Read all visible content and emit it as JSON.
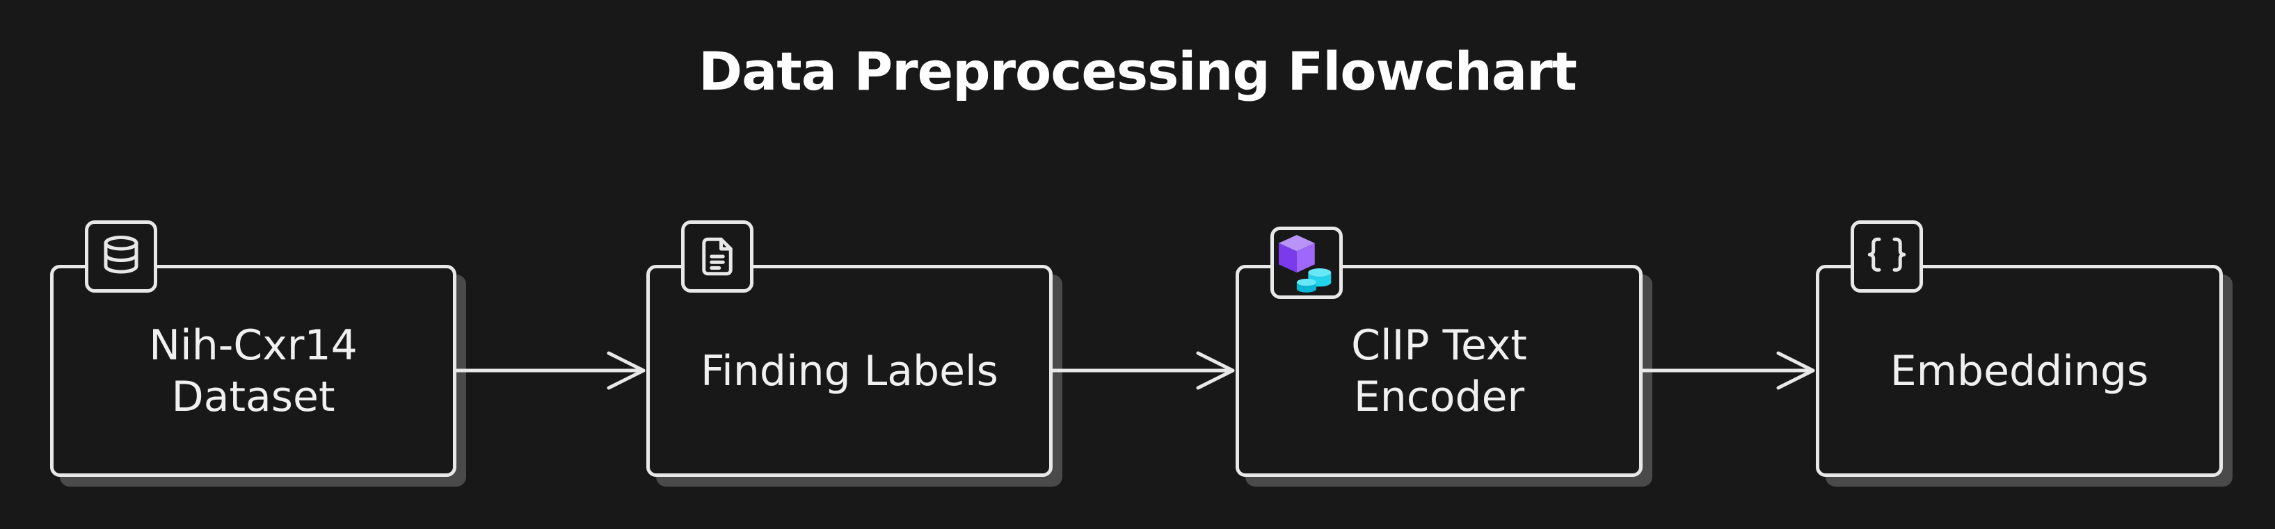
{
  "title": "Data Preprocessing Flowchart",
  "colors": {
    "background": "#181818",
    "stroke": "#e8e8e8",
    "text": "#ffffff",
    "shadow": "#4a4a4a",
    "cube_purple": "#8b5cf6",
    "cylinder_cyan": "#22d3ee"
  },
  "nodes": [
    {
      "label": "Nih-Cxr14\nDataset",
      "icon": "database-icon"
    },
    {
      "label": "Finding Labels",
      "icon": "document-icon"
    },
    {
      "label": "ClIP Text\nEncoder",
      "icon": "cube-database-icon"
    },
    {
      "label": "Embeddings",
      "icon": "curly-braces-icon"
    }
  ]
}
